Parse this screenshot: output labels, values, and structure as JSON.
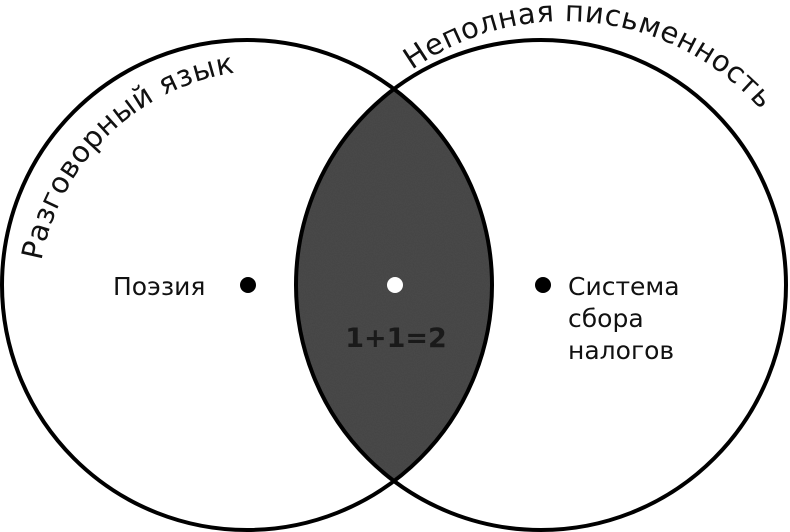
{
  "diagram": {
    "type": "venn",
    "sets": [
      {
        "id": "left",
        "label": "Разговорный язык"
      },
      {
        "id": "right",
        "label": "Неполная письменность"
      }
    ],
    "points": {
      "left_only": {
        "label": "Поэзия"
      },
      "intersection": {
        "label": "1+1=2"
      },
      "right_only": {
        "lines": [
          "Система",
          "сбора",
          "налогов"
        ]
      }
    },
    "colors": {
      "stroke": "#000000",
      "intersection_fill": "#4a4a4a",
      "background": "#ffffff",
      "center_dot": "#ffffff"
    }
  }
}
